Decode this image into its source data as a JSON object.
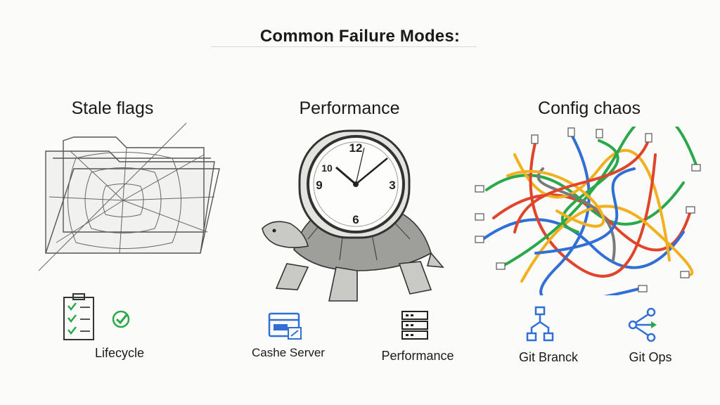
{
  "title": "Common Failure Modes:",
  "columns": [
    {
      "heading": "Stale flags",
      "illustration": "cobweb-folder-icon",
      "items": [
        {
          "label": "Lifecycle",
          "icon": "checklist-icon"
        },
        {
          "label": "",
          "icon": "checkmark-icon"
        }
      ]
    },
    {
      "heading": "Performance",
      "illustration": "turtle-clock-icon",
      "clock_numbers": [
        "12",
        "3",
        "6",
        "9",
        "10"
      ],
      "items": [
        {
          "label": "Cashe Server",
          "icon": "cache-server-icon"
        },
        {
          "label": "Performance",
          "icon": "server-rack-icon"
        }
      ]
    },
    {
      "heading": "Config chaos",
      "illustration": "tangled-cables-icon",
      "items": [
        {
          "label": "Git Branck",
          "icon": "git-branch-icon"
        },
        {
          "label": "Git Ops",
          "icon": "git-ops-icon"
        }
      ]
    }
  ],
  "colors": {
    "accent_blue": "#2f6fd6",
    "accent_green": "#2aa84a",
    "sketch": "#444444"
  }
}
